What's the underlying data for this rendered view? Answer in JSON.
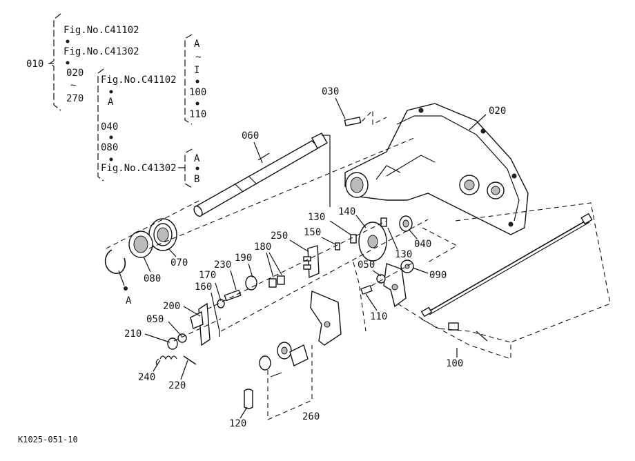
{
  "figure_code": "K1025-051-10",
  "notes": {
    "c010_fig1": "Fig.No.C41102",
    "c010_fig2": "Fig.No.C41302",
    "c010_from": "020",
    "c010_tilde": "~",
    "c010_to": "270",
    "c010_item": "010",
    "b_fig1": "Fig.No.C41102",
    "b_a": "A",
    "b_040": "040",
    "b_080": "080",
    "b_fig2": "Fig.No.C41302",
    "b_right_a": "A",
    "b_right_b": "B",
    "r_a": "A",
    "r_tilde": "~",
    "r_i": "I",
    "r_100": "100",
    "r_110": "110",
    "ring_ref": "A"
  },
  "callouts": [
    {
      "id": "020",
      "label": "020"
    },
    {
      "id": "030",
      "label": "030"
    },
    {
      "id": "040",
      "label": "040"
    },
    {
      "id": "050a",
      "label": "050"
    },
    {
      "id": "050b",
      "label": "050"
    },
    {
      "id": "060",
      "label": "060"
    },
    {
      "id": "070",
      "label": "070"
    },
    {
      "id": "080",
      "label": "080"
    },
    {
      "id": "090",
      "label": "090"
    },
    {
      "id": "100",
      "label": "100"
    },
    {
      "id": "110",
      "label": "110"
    },
    {
      "id": "120",
      "label": "120"
    },
    {
      "id": "130a",
      "label": "130"
    },
    {
      "id": "130b",
      "label": "130"
    },
    {
      "id": "140",
      "label": "140"
    },
    {
      "id": "150",
      "label": "150"
    },
    {
      "id": "160",
      "label": "160"
    },
    {
      "id": "170",
      "label": "170"
    },
    {
      "id": "180",
      "label": "180"
    },
    {
      "id": "190",
      "label": "190"
    },
    {
      "id": "200",
      "label": "200"
    },
    {
      "id": "210",
      "label": "210"
    },
    {
      "id": "220",
      "label": "220"
    },
    {
      "id": "230",
      "label": "230"
    },
    {
      "id": "240",
      "label": "240"
    },
    {
      "id": "250",
      "label": "250"
    },
    {
      "id": "260",
      "label": "260"
    }
  ]
}
